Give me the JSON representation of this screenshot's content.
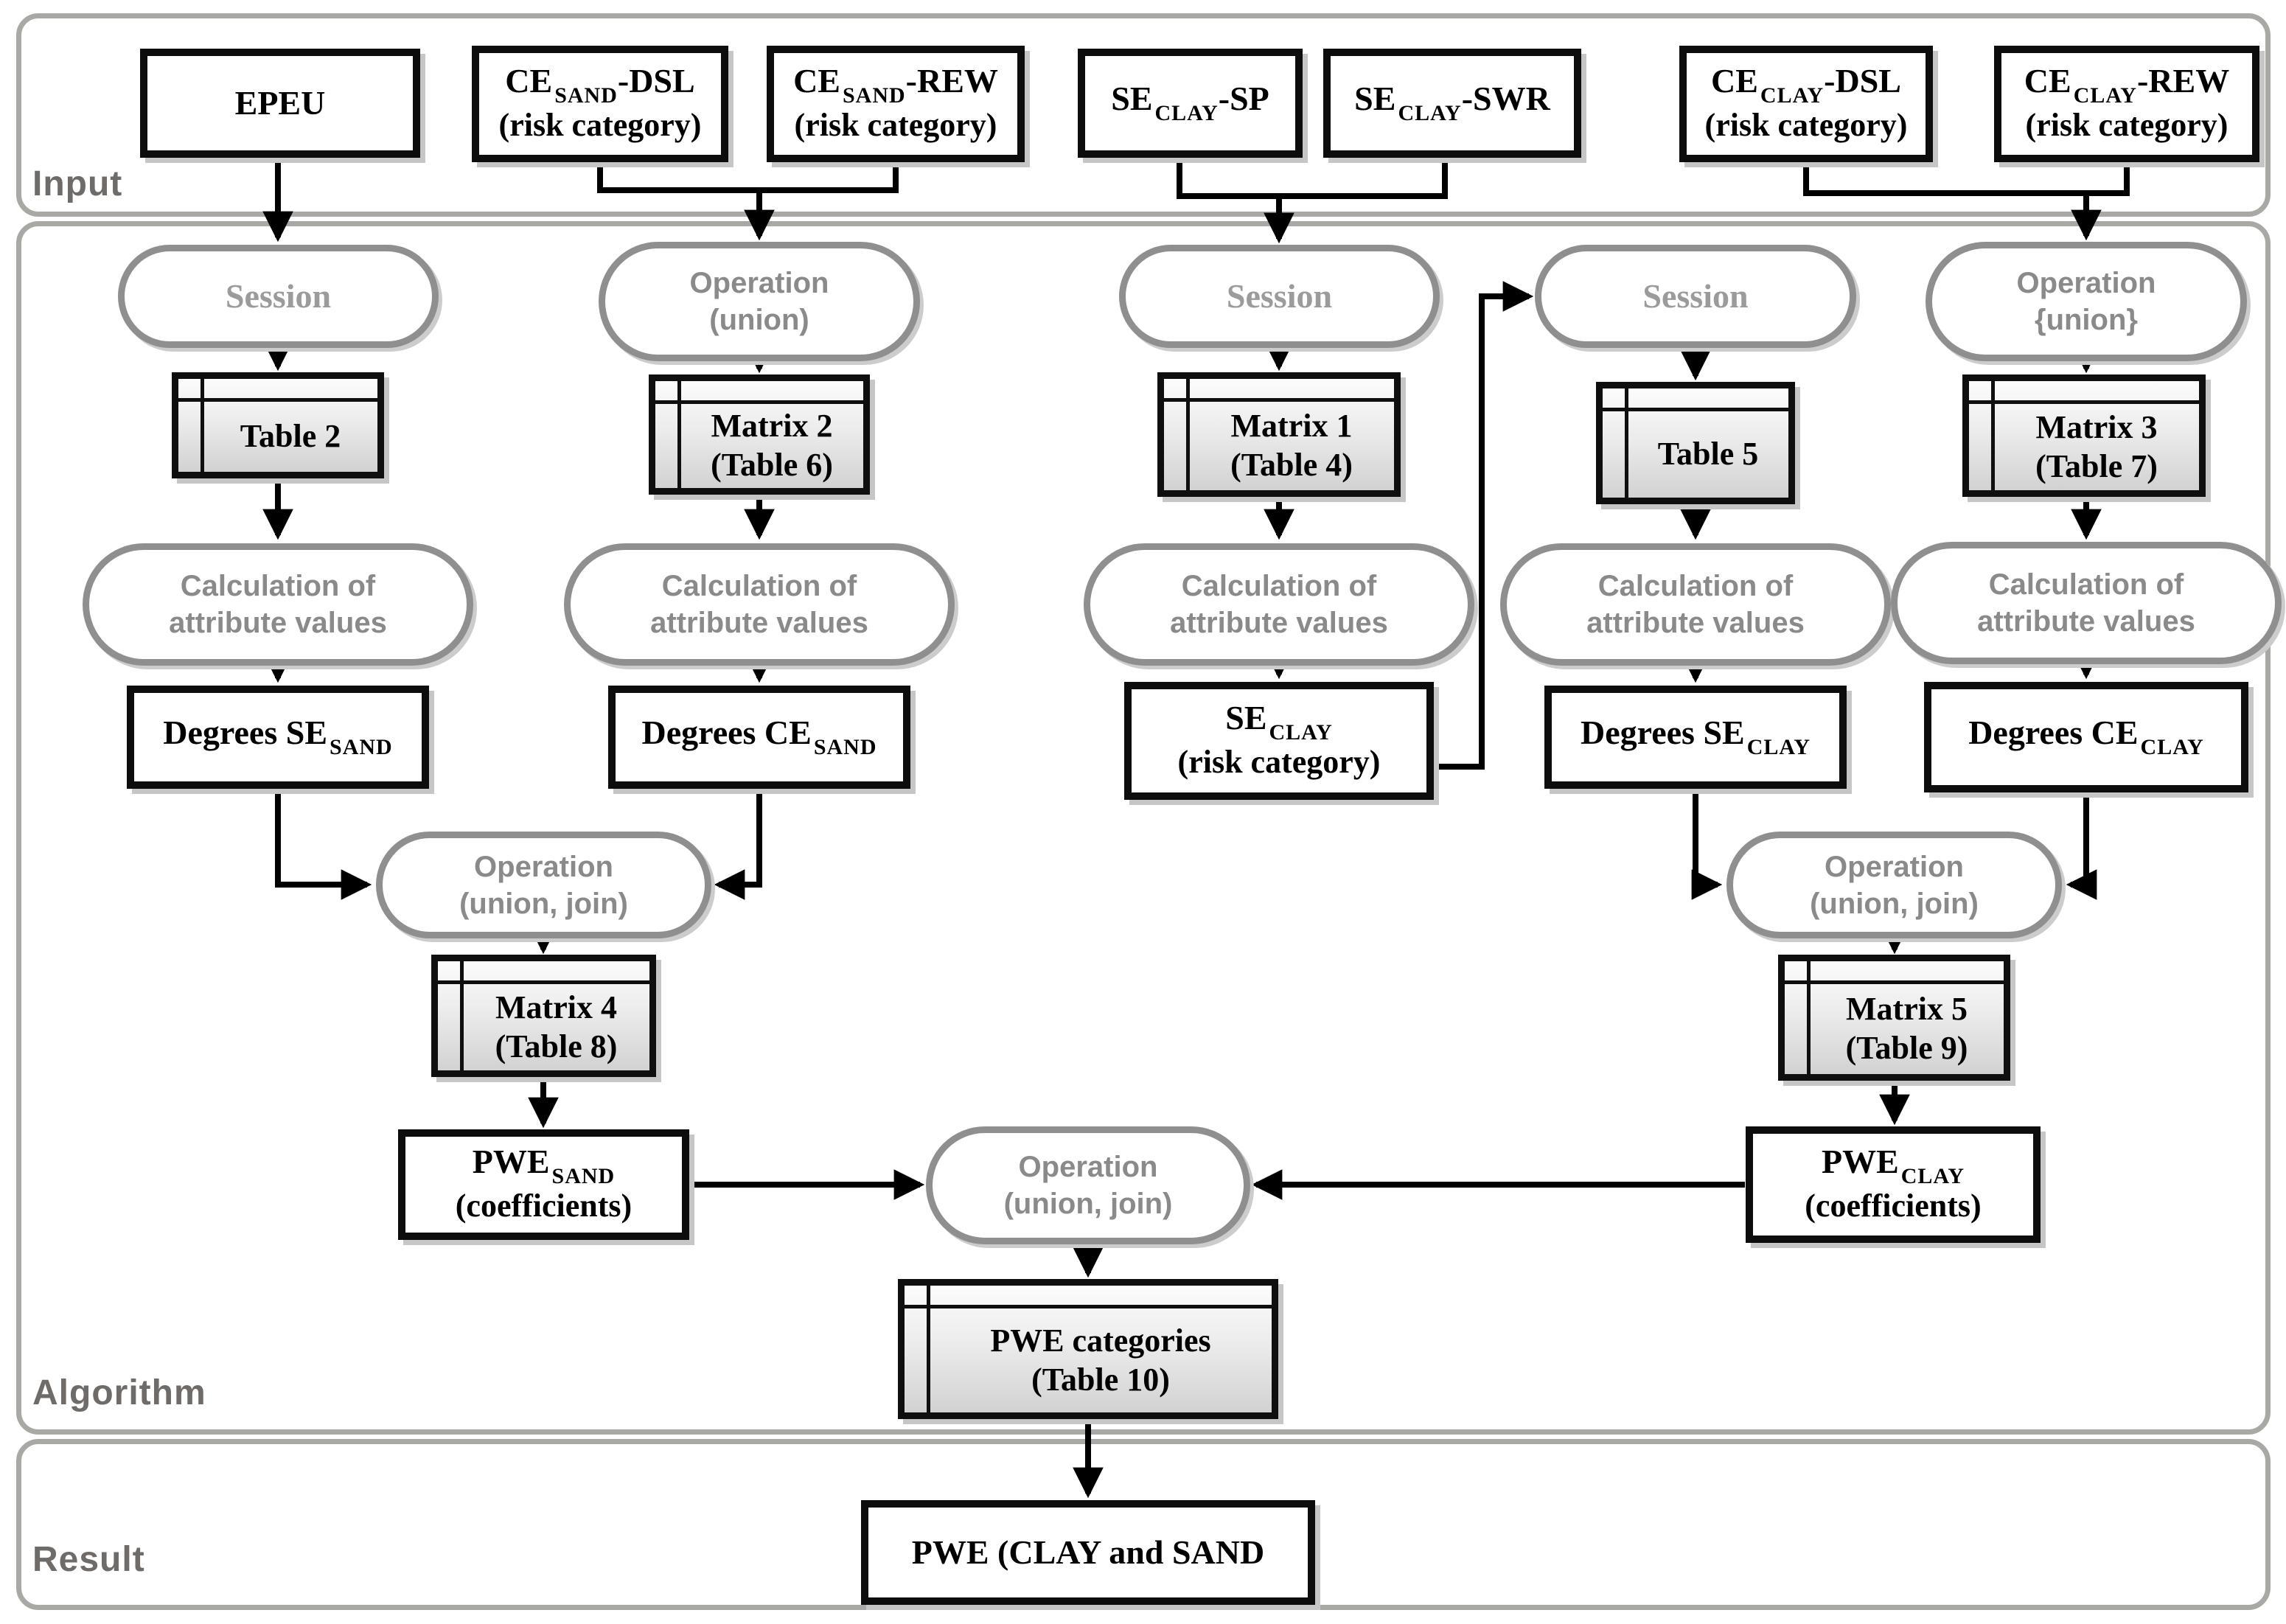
{
  "sections": {
    "input": "Input",
    "algorithm": "Algorithm",
    "result": "Result"
  },
  "nodes": {
    "epeu": {
      "label": "EPEU"
    },
    "ce_sand_dsl": {
      "pre": "CE",
      "sub": "SAND",
      "post": "-DSL",
      "line2": "(risk category)"
    },
    "ce_sand_rew": {
      "pre": "CE",
      "sub": "SAND",
      "post": "-REW",
      "line2": "(risk category)"
    },
    "se_clay_sp": {
      "pre": "SE",
      "sub": "CLAY",
      "post": "-SP"
    },
    "se_clay_swr": {
      "pre": "SE",
      "sub": "CLAY",
      "post": "-SWR"
    },
    "ce_clay_dsl": {
      "pre": "CE",
      "sub": "CLAY",
      "post": "-DSL",
      "line2": "(risk category)"
    },
    "ce_clay_rew": {
      "pre": "CE",
      "sub": "CLAY",
      "post": "-REW",
      "line2": "(risk category)"
    },
    "session": {
      "line1": "Session"
    },
    "op_union_sand": {
      "line1": "Operation",
      "line2": "(union)"
    },
    "op_union_clay": {
      "line1": "Operation",
      "line2": "{union}"
    },
    "calc": {
      "line1": "Calculation of",
      "line2": "attribute values"
    },
    "op_join": {
      "line1": "Operation",
      "line2": "(union, join)"
    },
    "table2": {
      "line1": "Table 2"
    },
    "matrix2": {
      "line1": "Matrix 2",
      "line2": "(Table 6)"
    },
    "matrix1": {
      "line1": "Matrix 1",
      "line2": "(Table 4)"
    },
    "table5": {
      "line1": "Table 5"
    },
    "matrix3": {
      "line1": "Matrix 3",
      "line2": "(Table 7)"
    },
    "matrix4": {
      "line1": "Matrix 4",
      "line2": "(Table 8)"
    },
    "matrix5": {
      "line1": "Matrix 5",
      "line2": "(Table 9)"
    },
    "degrees_se_sand": {
      "pre": "Degrees SE",
      "sub": "SAND"
    },
    "degrees_ce_sand": {
      "pre": "Degrees CE",
      "sub": "SAND"
    },
    "se_clay_risk": {
      "pre": "SE",
      "sub": "CLAY",
      "line2": "(risk category)"
    },
    "degrees_se_clay": {
      "pre": "Degrees SE",
      "sub": "CLAY"
    },
    "degrees_ce_clay": {
      "pre": "Degrees CE",
      "sub": "CLAY"
    },
    "pwe_sand": {
      "pre": "PWE",
      "sub": "SAND",
      "line2": "(coefficients)"
    },
    "pwe_clay": {
      "pre": "PWE",
      "sub": "CLAY",
      "line2": "(coefficients)"
    },
    "pwe_categories": {
      "line1": "PWE categories",
      "line2": "(Table 10)"
    },
    "pwe_final": {
      "label": "PWE (CLAY and SAND"
    }
  },
  "colors": {
    "box_border": "#0d0d0d",
    "oval_border": "#8f8f8f",
    "oval_text": "#8a8a8a",
    "section_border": "#aaa8a5",
    "section_label": "#6e6b68",
    "arrow": "#000000"
  }
}
